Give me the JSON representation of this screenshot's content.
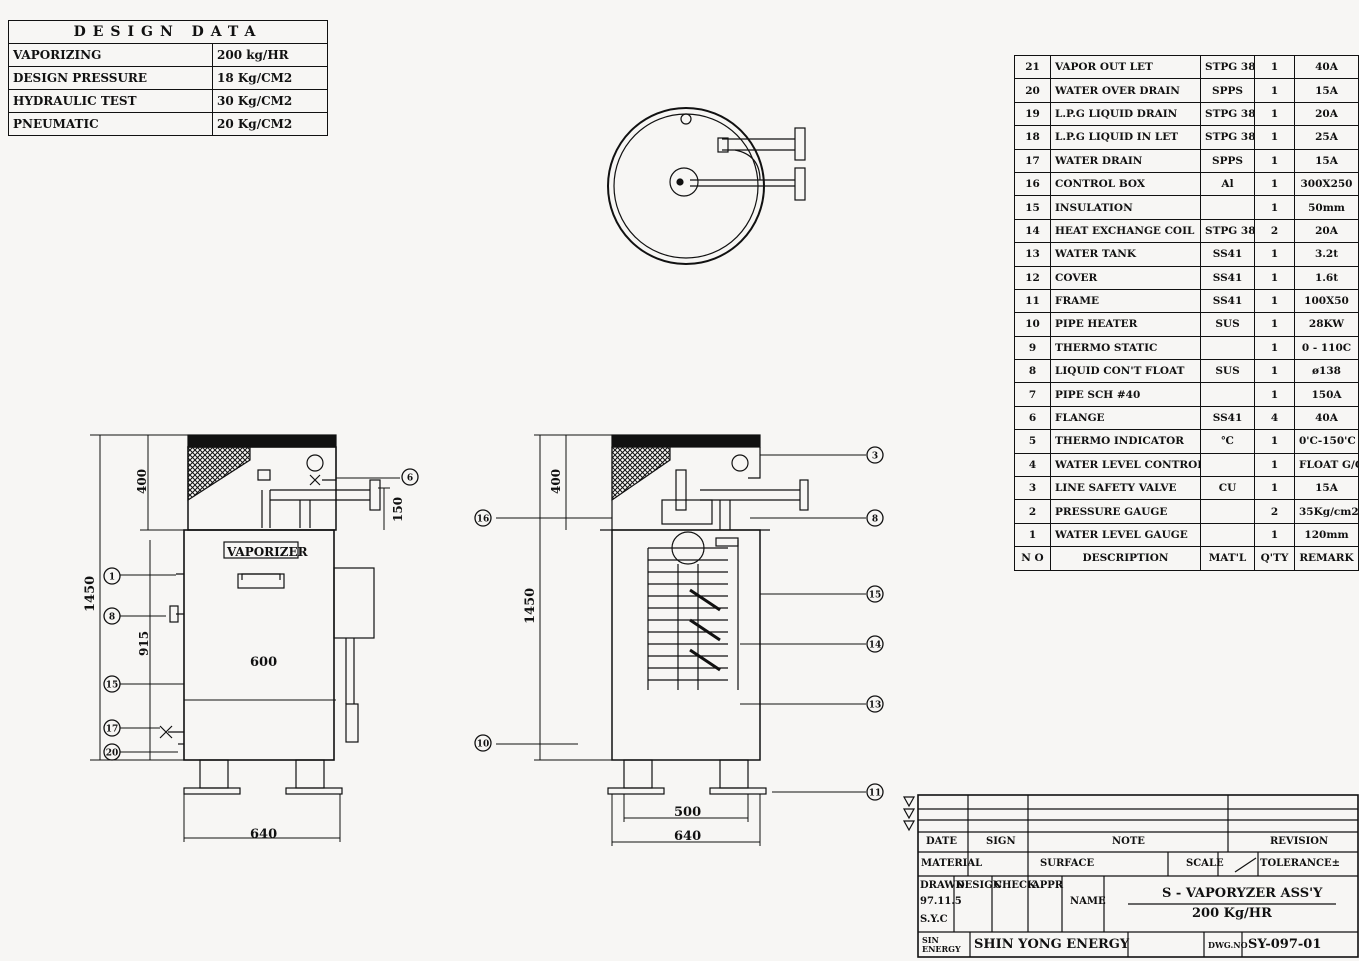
{
  "design_data": {
    "title": "DESIGN DATA",
    "rows": [
      {
        "label": "VAPORIZING",
        "value": "200 kg/HR"
      },
      {
        "label": "DESIGN PRESSURE",
        "value": "18 Kg/CM2"
      },
      {
        "label": "HYDRAULIC TEST",
        "value": "30 Kg/CM2"
      },
      {
        "label": "PNEUMATIC",
        "value": "20 Kg/CM2"
      }
    ]
  },
  "parts_list": {
    "headers": [
      "N O",
      "DESCRIPTION",
      "MAT'L",
      "Q'TY",
      "REMARK"
    ],
    "rows": [
      [
        "21",
        "VAPOR OUT LET",
        "STPG 38",
        "1",
        "40A"
      ],
      [
        "20",
        "WATER OVER DRAIN",
        "SPPS",
        "1",
        "15A"
      ],
      [
        "19",
        "L.P.G LIQUID DRAIN",
        "STPG 38",
        "1",
        "20A"
      ],
      [
        "18",
        "L.P.G LIQUID IN LET",
        "STPG 38",
        "1",
        "25A"
      ],
      [
        "17",
        "WATER DRAIN",
        "SPPS",
        "1",
        "15A"
      ],
      [
        "16",
        "CONTROL BOX",
        "Al",
        "1",
        "300X250"
      ],
      [
        "15",
        "INSULATION",
        "",
        "1",
        "50mm"
      ],
      [
        "14",
        "HEAT EXCHANGE COIL",
        "STPG 38",
        "2",
        "20A"
      ],
      [
        "13",
        "WATER TANK",
        "SS41",
        "1",
        "3.2t"
      ],
      [
        "12",
        "COVER",
        "SS41",
        "1",
        "1.6t"
      ],
      [
        "11",
        "FRAME",
        "SS41",
        "1",
        "100X50"
      ],
      [
        "10",
        "PIPE HEATER",
        "SUS",
        "1",
        "28KW"
      ],
      [
        "9",
        "THERMO STATIC",
        "",
        "1",
        "0 - 110C"
      ],
      [
        "8",
        "LIQUID CON'T FLOAT",
        "SUS",
        "1",
        "ø138"
      ],
      [
        "7",
        "PIPE SCH #40",
        "",
        "1",
        "150A"
      ],
      [
        "6",
        "FLANGE",
        "SS41",
        "4",
        "40A"
      ],
      [
        "5",
        "THERMO INDICATOR",
        "℃",
        "1",
        "0'C-150'C"
      ],
      [
        "4",
        "WATER LEVEL CONTROL S/W",
        "",
        "1",
        "FLOAT G/G"
      ],
      [
        "3",
        "LINE SAFETY VALVE",
        "CU",
        "1",
        "15A"
      ],
      [
        "2",
        "PRESSURE GAUGE",
        "",
        "2",
        "35Kg/cm2"
      ],
      [
        "1",
        "WATER LEVEL GAUGE",
        "",
        "1",
        "120mm"
      ]
    ]
  },
  "front_view": {
    "label": "VAPORIZER",
    "dims": {
      "total_height": "1450",
      "top": "400",
      "lower": "915",
      "width": "600",
      "base": "640",
      "pipe": "150"
    },
    "balloons": [
      "1",
      "8",
      "15",
      "17",
      "20",
      "6"
    ]
  },
  "section_view": {
    "dims": {
      "total_height": "1450",
      "top": "400",
      "inner": "500",
      "base": "640"
    },
    "balloons": [
      "3",
      "8",
      "15",
      "14",
      "13",
      "11",
      "16",
      "10"
    ]
  },
  "title_block": {
    "date": "DATE",
    "sign": "SIGN",
    "note": "NOTE",
    "revision": "REVISION",
    "material": "MATERIAL",
    "surface": "SURFACE",
    "scale": "SCALE",
    "tolerance": "TOLERANCE",
    "tolerance_sign": "±",
    "drawn": "DRAWN",
    "design": "DESIGN",
    "check": "CHECK",
    "appr": "APPR",
    "drawn_date": "97.11.5",
    "drawn_by": "S.Y.C",
    "name_label": "NAME",
    "drawing_title": "S - VAPORYZER ASS'Y",
    "drawing_subtitle": "200 Kg/HR",
    "logo_text": "SIN ENERGY",
    "company": "SHIN YONG ENERGY",
    "dwg_no_label": "DWG.NO",
    "dwg_no": "SY-097-01"
  }
}
